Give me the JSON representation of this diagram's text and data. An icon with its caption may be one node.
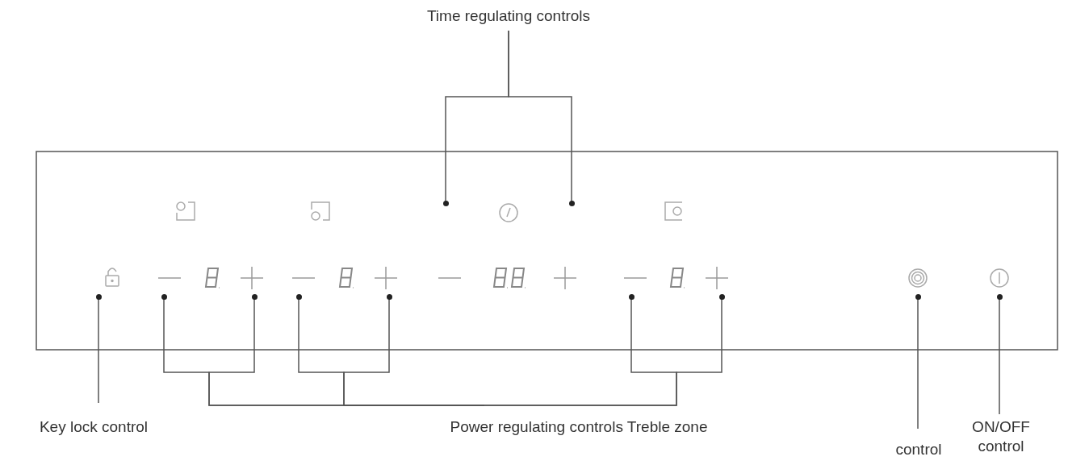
{
  "diagram": {
    "nodes": [
      {
        "text": [
          "Time regulating controls"
        ]
      },
      {
        "text": [],
        "shape": "circle"
      },
      {
        "text": [],
        "shape": "circle"
      },
      {
        "text": [],
        "shape": "circle"
      },
      {
        "text": [],
        "shape": "circle"
      },
      {
        "text": [],
        "shape": "circle"
      },
      {
        "text": [],
        "shape": "circle"
      },
      {
        "text": [],
        "shape": "circle"
      },
      {
        "text": [],
        "shape": "circle"
      },
      {
        "text": [],
        "shape": "circle"
      },
      {
        "text": [],
        "shape": "circle"
      },
      {
        "text": [],
        "shape": "circle"
      },
      {
        "text": [
          "Key lock control"
        ]
      },
      {
        "text": [
          "Power regulating controls Treble zone"
        ]
      },
      {
        "text": [
          "control"
        ]
      },
      {
        "text": [
          "ON/OFF control"
        ]
      }
    ],
    "edges": [
      {
        "from": 0,
        "to": 1,
        "arrow": "none"
      },
      {
        "from": 0,
        "to": 2,
        "arrow": "none"
      },
      {
        "from": 12,
        "to": 3,
        "arrow": "none"
      },
      {
        "from": 13,
        "to": 4,
        "arrow": "none"
      },
      {
        "from": 13,
        "to": 5,
        "arrow": "none"
      },
      {
        "from": 13,
        "to": 6,
        "arrow": "none"
      },
      {
        "from": 13,
        "to": 7,
        "arrow": "none"
      },
      {
        "from": 13,
        "to": 8,
        "arrow": "none"
      },
      {
        "from": 13,
        "to": 9,
        "arrow": "none"
      },
      {
        "from": 14,
        "to": 10,
        "arrow": "none"
      },
      {
        "from": 15,
        "to": 11,
        "arrow": "none"
      }
    ]
  }
}
